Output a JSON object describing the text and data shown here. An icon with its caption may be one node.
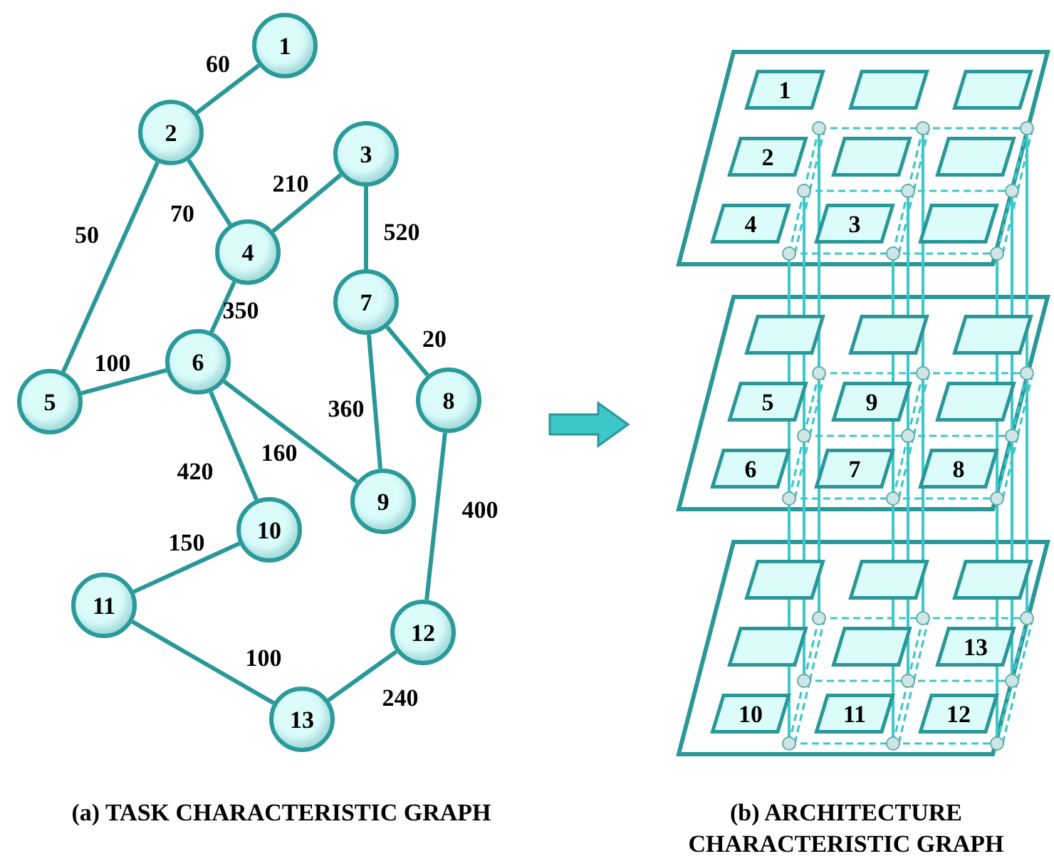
{
  "diagram": {
    "nodes": [
      {
        "text": [
          "1"
        ]
      },
      {
        "text": [
          "2"
        ]
      },
      {
        "text": [
          "3"
        ]
      },
      {
        "text": [
          "4"
        ]
      },
      {
        "text": [
          "5"
        ]
      },
      {
        "text": [
          "6"
        ]
      },
      {
        "text": [
          "7"
        ]
      },
      {
        "text": [
          "8"
        ]
      },
      {
        "text": [
          "9"
        ]
      },
      {
        "text": [
          "10"
        ]
      },
      {
        "text": [
          "11"
        ]
      },
      {
        "text": [
          "12"
        ]
      },
      {
        "text": [
          "13"
        ]
      },
      {
        "text": [],
        "shape": "box"
      },
      {
        "text": [
          "1"
        ],
        "in": 13
      },
      {
        "text": [],
        "shape": "box",
        "in": 13
      },
      {
        "text": [],
        "shape": "box",
        "in": 13
      },
      {
        "text": [
          "2"
        ],
        "in": 13
      },
      {
        "text": [],
        "shape": "box",
        "in": 13
      },
      {
        "text": [],
        "shape": "box",
        "in": 13
      },
      {
        "text": [
          "4"
        ],
        "in": 13
      },
      {
        "text": [
          "3"
        ],
        "in": 13
      },
      {
        "text": [],
        "shape": "box",
        "in": 13
      },
      {
        "text": [],
        "shape": "box"
      },
      {
        "text": [],
        "shape": "box",
        "in": 23
      },
      {
        "text": [],
        "shape": "box",
        "in": 23
      },
      {
        "text": [],
        "shape": "box",
        "in": 23
      },
      {
        "text": [
          "5"
        ],
        "in": 23
      },
      {
        "text": [
          "9"
        ],
        "in": 23
      },
      {
        "text": [],
        "shape": "box",
        "in": 23
      },
      {
        "text": [
          "6"
        ],
        "in": 23
      },
      {
        "text": [
          "7"
        ],
        "in": 23
      },
      {
        "text": [
          "8"
        ],
        "in": 23
      },
      {
        "text": [],
        "shape": "box"
      },
      {
        "text": [],
        "shape": "box",
        "in": 33
      },
      {
        "text": [],
        "shape": "box",
        "in": 33
      },
      {
        "text": [],
        "shape": "box",
        "in": 33
      },
      {
        "text": [],
        "shape": "box",
        "in": 33
      },
      {
        "text": [],
        "shape": "box",
        "in": 33
      },
      {
        "text": [
          "13"
        ],
        "in": 33
      },
      {
        "text": [
          "10"
        ],
        "in": 33
      },
      {
        "text": [
          "11"
        ],
        "in": 33
      },
      {
        "text": [
          "12"
        ],
        "in": 33
      }
    ],
    "edges": [
      {
        "from": 0,
        "to": 1,
        "arrow": "none",
        "label": "60"
      },
      {
        "from": 1,
        "to": 3,
        "arrow": "none",
        "label": "70"
      },
      {
        "from": 1,
        "to": 4,
        "arrow": "none",
        "label": "50"
      },
      {
        "from": 2,
        "to": 3,
        "arrow": "none",
        "label": "210"
      },
      {
        "from": 2,
        "to": 6,
        "arrow": "none",
        "label": "520"
      },
      {
        "from": 3,
        "to": 5,
        "arrow": "none",
        "label": "350"
      },
      {
        "from": 4,
        "to": 5,
        "arrow": "none",
        "label": "100"
      },
      {
        "from": 6,
        "to": 7,
        "arrow": "none",
        "label": "20"
      },
      {
        "from": 6,
        "to": 8,
        "arrow": "none",
        "label": "360"
      },
      {
        "from": 5,
        "to": 8,
        "arrow": "none",
        "label": "160"
      },
      {
        "from": 5,
        "to": 9,
        "arrow": "none",
        "label": "420"
      },
      {
        "from": 7,
        "to": 11,
        "arrow": "none",
        "label": "400"
      },
      {
        "from": 9,
        "to": 10,
        "arrow": "none",
        "label": "150"
      },
      {
        "from": 10,
        "to": 12,
        "arrow": "none",
        "label": "100"
      },
      {
        "from": 11,
        "to": 12,
        "arrow": "none",
        "label": "240"
      }
    ],
    "labels": [
      "(a) TASK CHARACTERISTIC GRAPH",
      "(b) ARCHITECTURE CHARACTERISTIC GRAPH"
    ]
  }
}
